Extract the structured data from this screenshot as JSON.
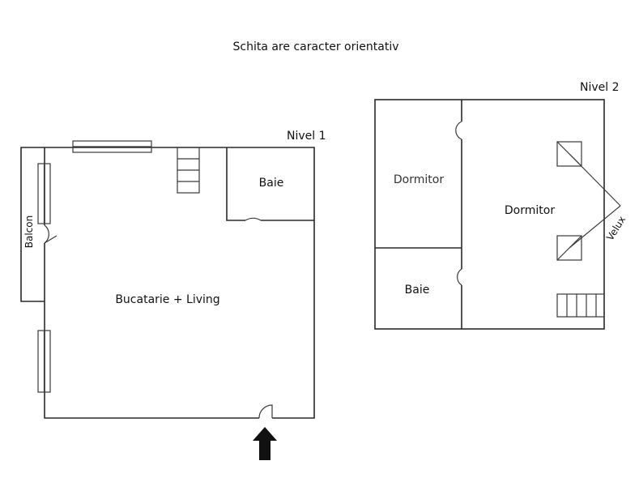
{
  "title": "Schita are caracter orientativ",
  "level1": {
    "label": "Nivel 1",
    "rooms": {
      "bath": "Baie",
      "balcony": "Balcon",
      "kitchen_living": "Bucatarie + Living"
    }
  },
  "level2": {
    "label": "Nivel 2",
    "rooms": {
      "bedroom_left": "Dormitor",
      "bedroom_main": "Dormitor",
      "bath": "Baie"
    },
    "skylight_label": "Velux"
  },
  "colors": {
    "line": "#2a2a2a",
    "text": "#111111",
    "arrow": "#111111"
  },
  "icons": {
    "entrance": "entrance-arrow-icon"
  }
}
